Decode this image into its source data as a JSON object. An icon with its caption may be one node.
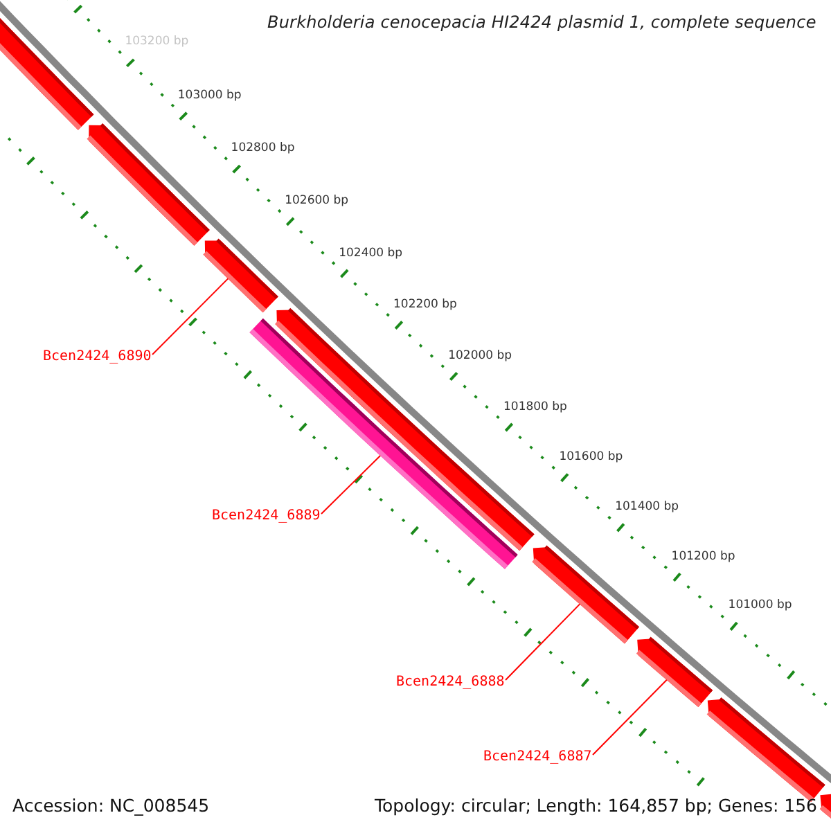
{
  "diagram": {
    "title": "Burkholderia cenocepacia HI2424 plasmid 1, complete sequence",
    "nodes": [
      {
        "text": [],
        "shape": "arrow"
      },
      {
        "text": [],
        "shape": "arrow"
      },
      {
        "text": [],
        "shape": "arrow"
      },
      {
        "text": [],
        "shape": "arrow"
      },
      {
        "text": [],
        "shape": "bar"
      },
      {
        "text": [],
        "shape": "arrow"
      },
      {
        "text": [],
        "shape": "arrow"
      },
      {
        "text": [],
        "shape": "arrow"
      },
      {
        "text": [],
        "shape": "arrow"
      },
      {
        "text": [
          "Bcen2424_6890"
        ]
      },
      {
        "text": [
          "Bcen2424_6889"
        ]
      },
      {
        "text": [
          "Bcen2424_6888"
        ]
      },
      {
        "text": [
          "Bcen2424_6887"
        ]
      }
    ],
    "edges": [
      {
        "from": 9,
        "to": 2,
        "arrow": "none"
      },
      {
        "from": 10,
        "to": 4,
        "arrow": "none"
      },
      {
        "from": 11,
        "to": 5,
        "arrow": "none"
      },
      {
        "from": 12,
        "to": 6,
        "arrow": "none"
      }
    ],
    "labels": [
      "103200 bp",
      "103000 bp",
      "102800 bp",
      "102600 bp",
      "102400 bp",
      "102200 bp",
      "102000 bp",
      "101800 bp",
      "101600 bp",
      "101400 bp",
      "101200 bp",
      "101000 bp",
      "Accession: NC_008545",
      "Topology: circular; Length: 164,857 bp; Genes: 156"
    ]
  }
}
